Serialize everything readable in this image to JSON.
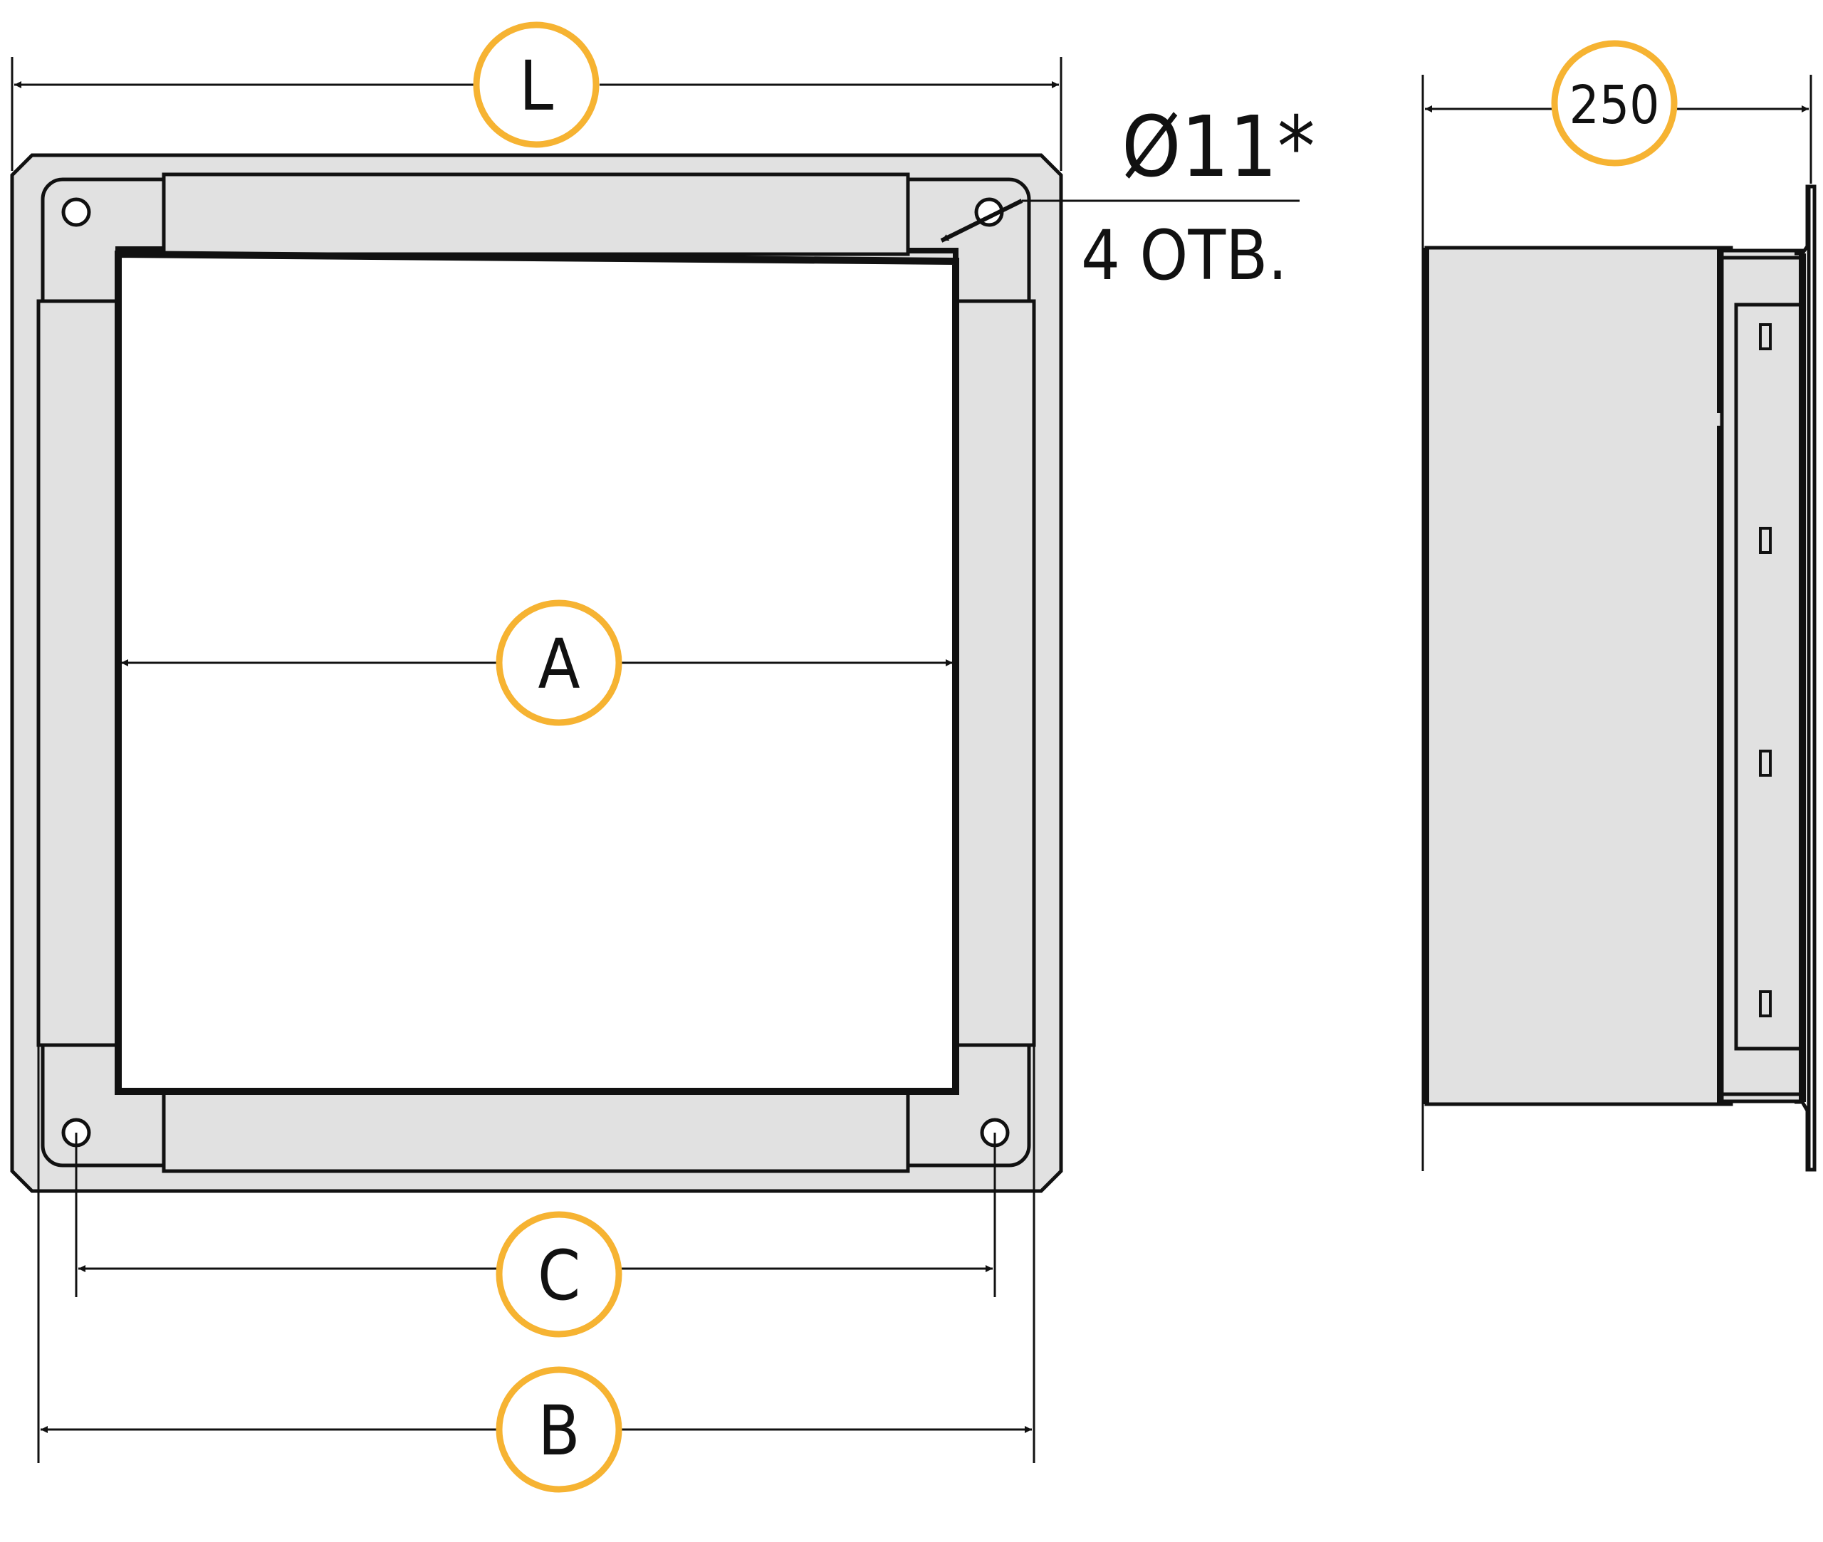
{
  "colors": {
    "accent": "#f6b332",
    "line": "#111111",
    "fill": "#e1e1e1",
    "background": "#ffffff"
  },
  "dimensions": {
    "L": "L",
    "A": "A",
    "C": "C",
    "B": "B",
    "depth": "250"
  },
  "annotation": {
    "hole": "Ø11*",
    "count": "4 ОТВ."
  }
}
